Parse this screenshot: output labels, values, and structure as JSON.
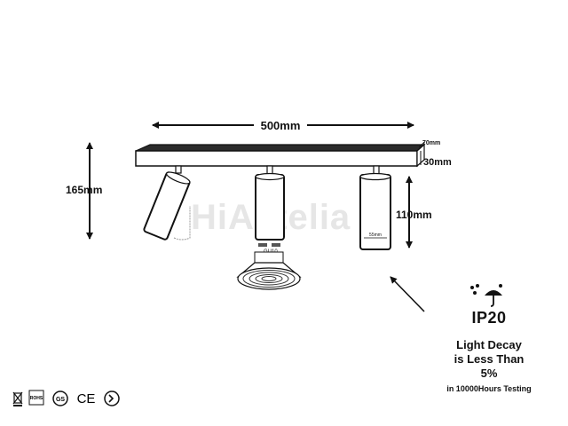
{
  "dimensions": {
    "bar_width": "500mm",
    "bar_depth": "70mm",
    "bar_height": "30mm",
    "total_height": "165mm",
    "spot_height": "110mm",
    "spot_diameter": "55mm"
  },
  "watermark": "HiAxtelia",
  "bulb_label": "GU10",
  "ip_rating": "IP20",
  "light_decay": {
    "line1": "Light Decay",
    "line2": "is Less Than",
    "line3": "5%",
    "note": "in 10000Hours Testing"
  },
  "certifications": [
    "WEEE",
    "ROHS",
    "GS",
    "CE",
    "RCM"
  ],
  "icons": {
    "ip": "umbrella-rain-icon",
    "arrow": "diagonal-arrow-icon"
  }
}
